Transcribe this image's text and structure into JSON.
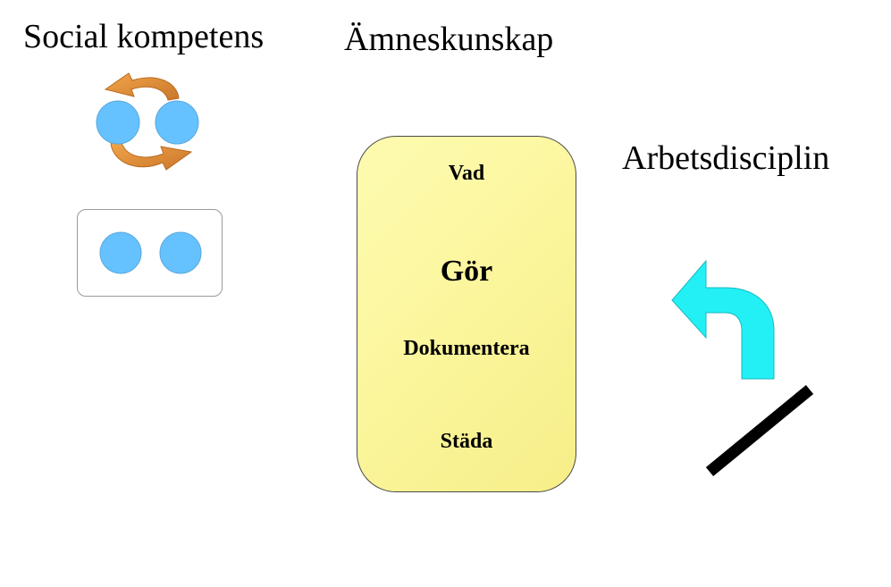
{
  "headings": {
    "social": "Social kompetens",
    "amnes": "Ämneskunskap",
    "arbets": "Arbetsdisciplin"
  },
  "steps": {
    "vad": "Vad",
    "gor": "Gör",
    "dokumentera": "Dokumentera",
    "stada": "Städa"
  },
  "colors": {
    "circle_fill": "#66c2ff",
    "cycle_arrow": "#e0903a",
    "turn_arrow": "#22f0f5",
    "card_fill": "#fbf59a",
    "bar": "#000000"
  },
  "icons": {
    "cycle": "cycle-arrows-icon",
    "pair": "paired-circles-icon",
    "turn": "turn-left-arrow-icon",
    "bar": "diagonal-bar-icon"
  }
}
